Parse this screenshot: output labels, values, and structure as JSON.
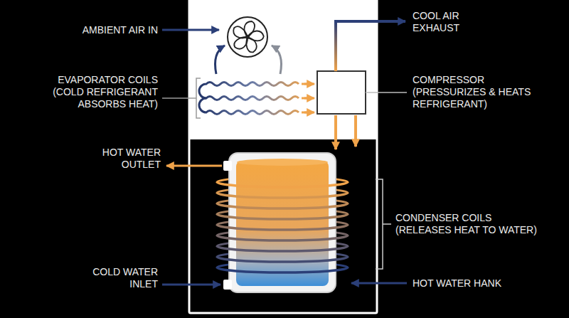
{
  "diagram": {
    "labels": [
      "AMBIENT AIR IN",
      "COOL AIR EXHAUST",
      "EVAPORATOR COILS (COLD REFRIGERANT ABSORBS HEAT)",
      "COMPRESSOR (PRESSURIZES & HEATS REFRIGERANT)",
      "HOT WATER OUTLET",
      "CONDENSER COILS (RELEASES HEAT TO WATER)",
      "COLD WATER INLET",
      "HOT WATER HANK"
    ]
  }
}
